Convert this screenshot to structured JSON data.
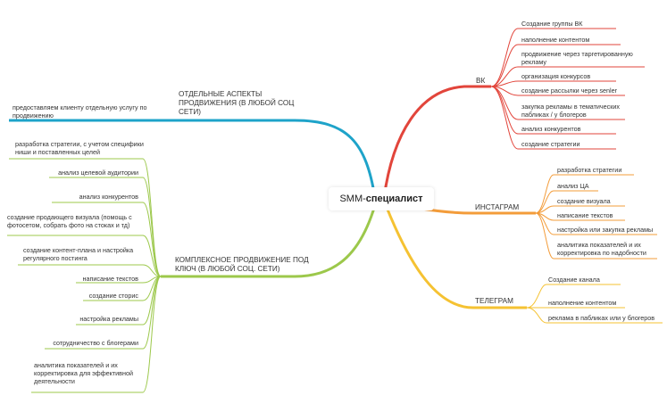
{
  "center": {
    "normal": "SMM-",
    "bold": "специалист"
  },
  "branches": {
    "vk": {
      "label": "ВК",
      "color": "#e2453b",
      "items": [
        "Создание группы ВК",
        "наполнение контентом",
        "продвижение через таргетированную рекламу",
        "организация конкурсов",
        "создание рассылки через senler",
        "закупка рекламы в тематических пабликах / у блогеров",
        "анализ конкурентов",
        "создание стратегии"
      ]
    },
    "instagram": {
      "label": "ИНСТАГРАМ",
      "color": "#f39c3a",
      "items": [
        "разработка стратегии",
        "анализ ЦА",
        "создание визуала",
        "написание текстов",
        "настройка или закупка рекламы",
        "аналитика показателей и их корректировка по надобности"
      ]
    },
    "telegram": {
      "label": "ТЕЛЕГРАМ",
      "color": "#f5c232",
      "items": [
        "Создание канала",
        "наполнение контентом",
        "реклама в пабликах или у блогеров"
      ]
    },
    "separate": {
      "label": "ОТДЕЛЬНЫЕ АСПЕКТЫ ПРОДВИЖЕНИЯ (В ЛЮБОЙ СОЦ СЕТИ)",
      "color": "#1ea3c9",
      "items": [
        "предоставляем клиенту отдельную услугу по продвижению"
      ]
    },
    "complex": {
      "label": "КОМПЛЕКСНОЕ ПРОДВИЖЕНИЕ ПОД КЛЮЧ (В ЛЮБОЙ СОЦ. СЕТИ)",
      "color": "#9cc84b",
      "items": [
        "разработка стратегии, с учетом специфики ниши и поставленных целей",
        "анализ целевой аудитории",
        "анализ конкурентов",
        "создание продающего визуала (помощь с фотосетом, собрать фото на стоках и тд)",
        "создание контент-плана и настройка регулярного постинга",
        "написание текстов",
        "создание сторис",
        "настройка рекламы",
        "сотрудничество с блогерами",
        "аналитика показателей и их корректировка для эффективной деятельности"
      ]
    }
  }
}
